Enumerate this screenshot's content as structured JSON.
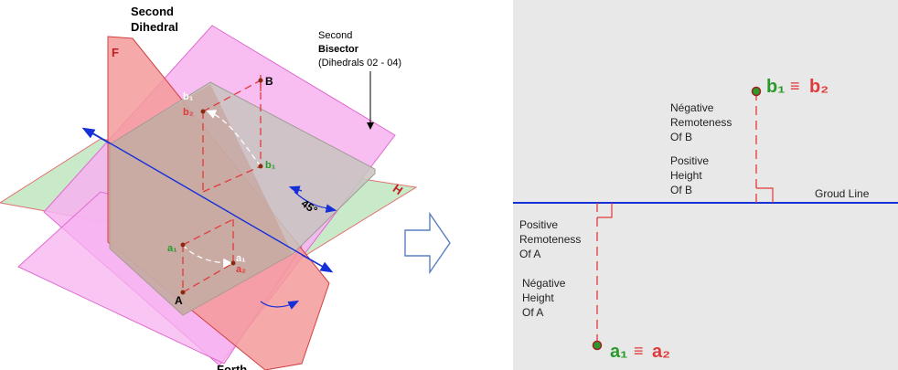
{
  "left_figure": {
    "title_line1": "Second",
    "title_line2": "Dihedral",
    "bisector_line1": "Second",
    "bisector_line2": "Bisector",
    "bisector_line3": "(Dihedrals 02 - 04)",
    "plane_F": "F",
    "plane_H": "H",
    "angle_label": "45°",
    "point_B": "B",
    "point_A": "A",
    "label_b1_top": "b₁",
    "label_b2": "b₂",
    "label_b1_green": "b₁",
    "label_a1_green": "a₁",
    "label_a1_white": "a₁",
    "label_a2": "a₂",
    "bottom_cut": "Forth"
  },
  "arrow": {
    "icon": "right-arrow-icon"
  },
  "right_figure": {
    "b_green": "b₁",
    "b_equiv": "≡",
    "b_red": "b₂",
    "neg_remote_b_1": "Négative",
    "neg_remote_b_2": "Remoteness",
    "neg_remote_b_3": "Of B",
    "pos_height_b_1": "Positive",
    "pos_height_b_2": "Height",
    "pos_height_b_3": "Of B",
    "ground_line": "Groud Line",
    "pos_remote_a_1": "Positive",
    "pos_remote_a_2": "Remoteness",
    "pos_remote_a_3": "Of A",
    "neg_height_a_1": "Négative",
    "neg_height_a_2": "Height",
    "neg_height_a_3": "Of A",
    "a_green": "a₁",
    "a_equiv": "≡",
    "a_red": "a₂"
  },
  "colors": {
    "plane_F": "#f59a9a",
    "plane_pink": "#f7b3f0",
    "plane_green": "#bfe6bf",
    "plane_gray": "#c8c4c0",
    "projection_red": "#e03a3a",
    "green": "#2a9a2a",
    "blue": "#1530d8",
    "panel_bg": "#e8e8e8"
  }
}
